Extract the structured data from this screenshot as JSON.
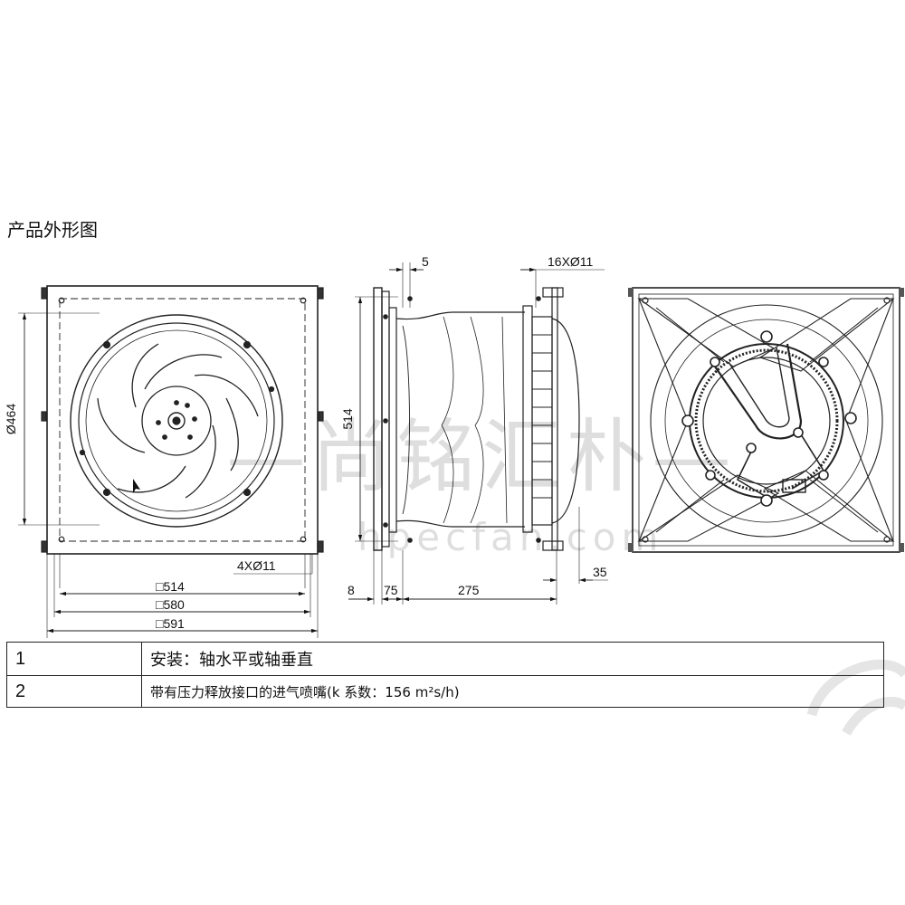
{
  "section_title": "产品外形图",
  "front_view": {
    "dia_label": "Ø464",
    "hole_label": "4XØ11",
    "widths": [
      "□514",
      "□580",
      "□591"
    ]
  },
  "side_view": {
    "top_labels": [
      "5",
      "16XØ11"
    ],
    "height_label": "514",
    "bottom_labels": [
      "8",
      "75",
      "275",
      "35"
    ]
  },
  "watermark": {
    "text": "—尚铭汇朴—",
    "url": "hpecfan.com"
  },
  "spec_table": [
    {
      "num": "1",
      "text": "安装：轴水平或轴垂直"
    },
    {
      "num": "2",
      "text": "带有压力释放接口的进气喷嘴(k  系数：156 m²s/h)"
    }
  ]
}
